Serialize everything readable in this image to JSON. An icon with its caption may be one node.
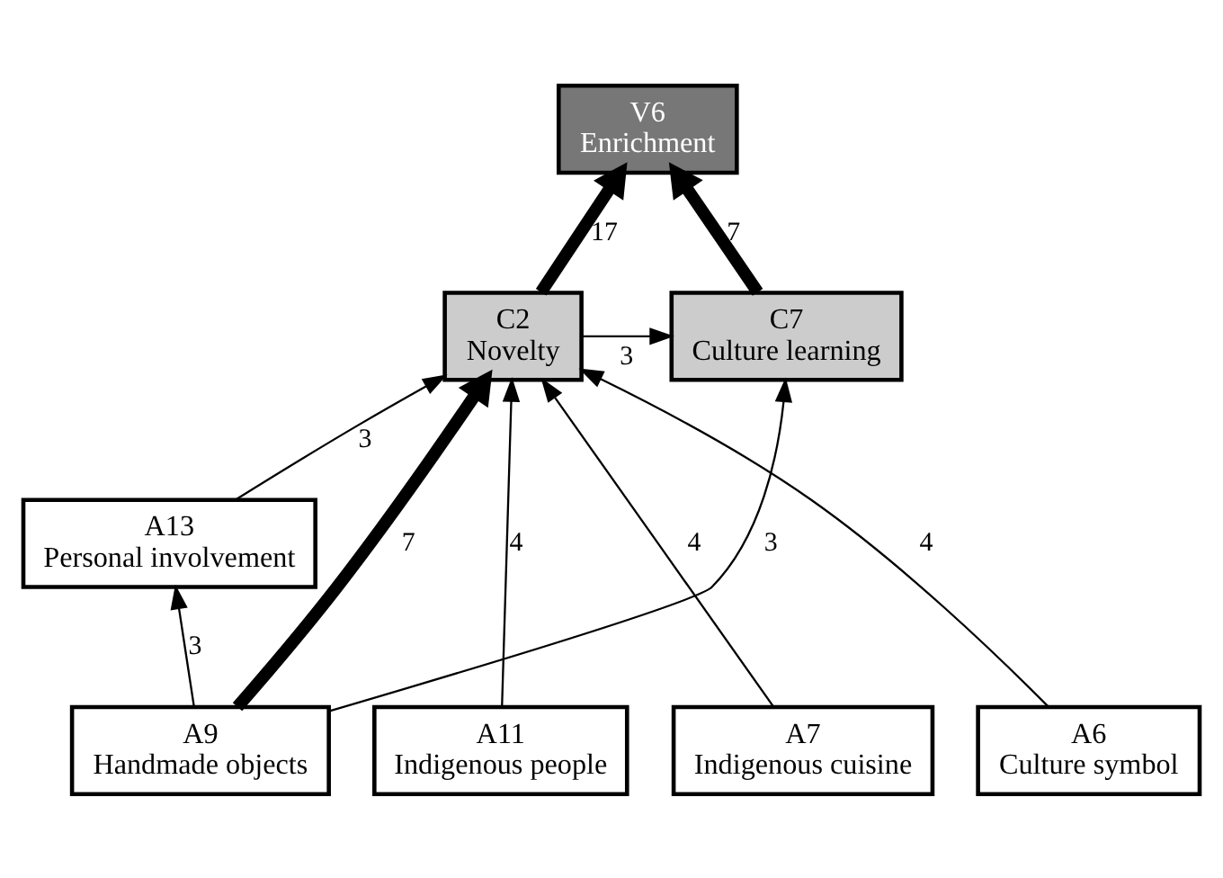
{
  "diagram": {
    "nodes": [
      {
        "text": [
          "V6",
          "Enrichment"
        ]
      },
      {
        "text": [
          "C7",
          "Culture learning"
        ]
      },
      {
        "text": [
          "C2",
          "Novelty"
        ]
      },
      {
        "text": [
          "A13",
          "Personal involvement"
        ]
      },
      {
        "text": [
          "A11",
          "Indigenous people"
        ]
      },
      {
        "text": [
          "A7",
          "Indigenous cuisine"
        ]
      },
      {
        "text": [
          "A6",
          "Culture symbol"
        ]
      },
      {
        "text": [
          "A9",
          "Handmade objects"
        ]
      }
    ],
    "edges": [
      {
        "from": 1,
        "to": 0,
        "arrow": "to",
        "label": "7",
        "style": "thick"
      },
      {
        "from": 2,
        "to": 0,
        "arrow": "to",
        "label": "17",
        "style": "thick"
      },
      {
        "from": 2,
        "to": 1,
        "arrow": "to",
        "label": "3"
      },
      {
        "from": 3,
        "to": 2,
        "arrow": "to",
        "label": "3"
      },
      {
        "from": 4,
        "to": 2,
        "arrow": "to",
        "label": "4"
      },
      {
        "from": 5,
        "to": 2,
        "arrow": "to",
        "label": "4"
      },
      {
        "from": 6,
        "to": 2,
        "arrow": "to",
        "label": "4"
      },
      {
        "from": 7,
        "to": 2,
        "arrow": "to",
        "label": "7",
        "style": "thick"
      },
      {
        "from": 7,
        "to": 3,
        "arrow": "to",
        "label": "3"
      },
      {
        "from": 7,
        "to": 1,
        "arrow": "to",
        "label": "3"
      }
    ]
  }
}
